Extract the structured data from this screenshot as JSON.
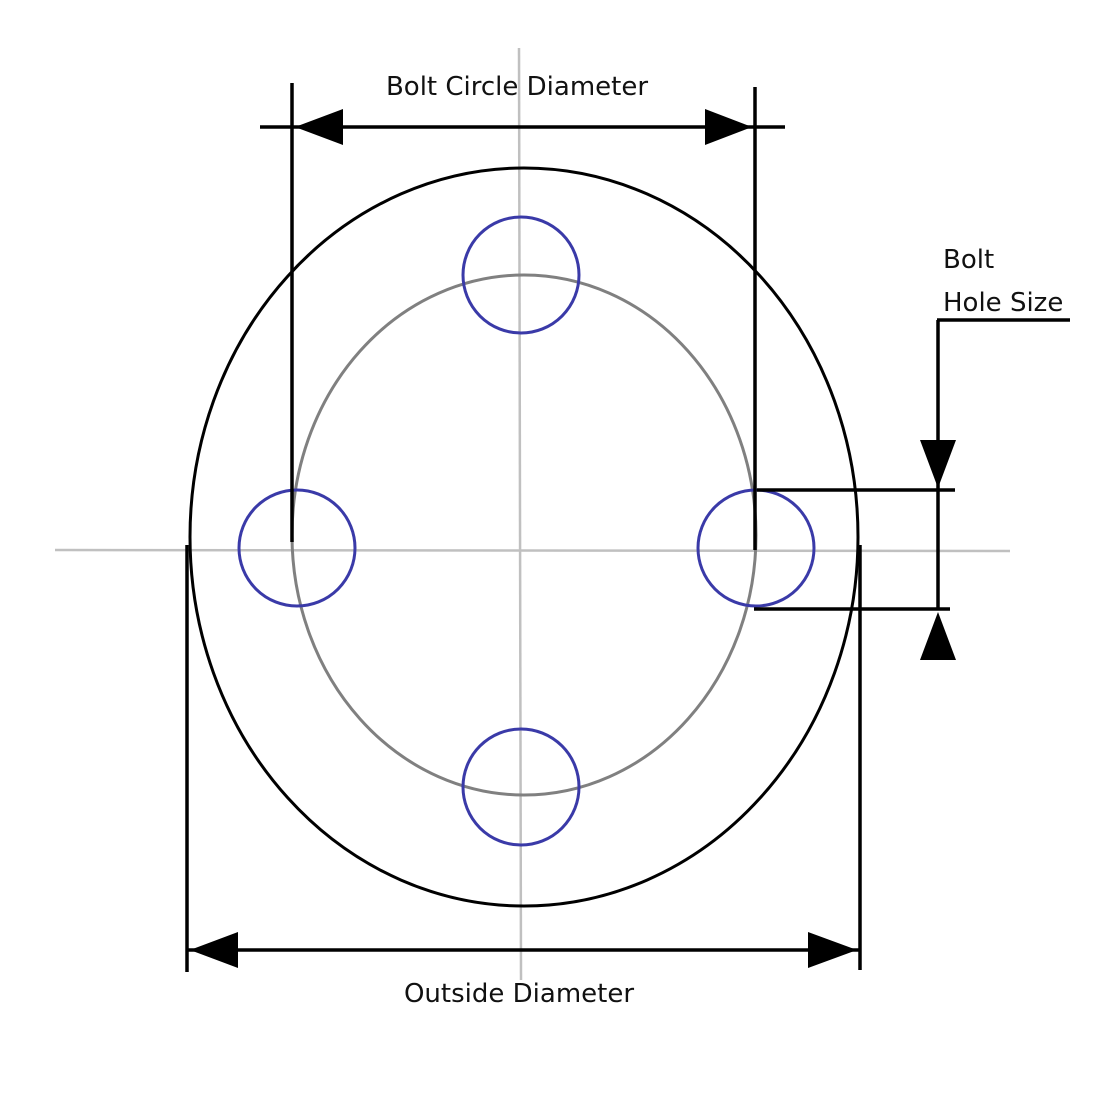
{
  "labels": {
    "bolt_circle_diameter": "Bolt Circle Diameter",
    "bolt_hole_size_line1": "Bolt",
    "bolt_hole_size_line2": "Hole Size",
    "outside_diameter": "Outside Diameter"
  },
  "colors": {
    "outline": "#000000",
    "bolt_circle": "#808080",
    "center_lines": "#c0c0c0",
    "bolt_holes": "#3a3aa8"
  },
  "bolt_hole_count": 4
}
